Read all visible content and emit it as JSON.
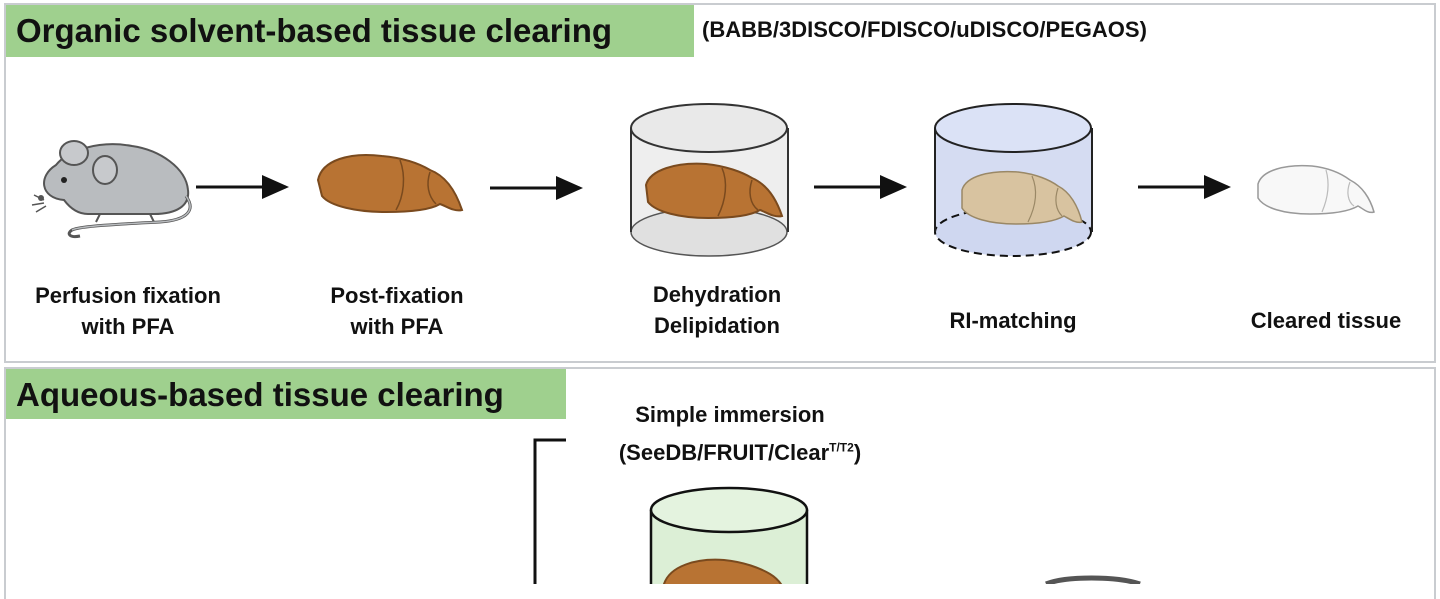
{
  "organic": {
    "title": "Organic solvent-based tissue clearing",
    "methods": "(BABB/3DISCO/FDISCO/uDISCO/PEGAOS)",
    "steps": [
      {
        "line1": "Perfusion fixation",
        "line2": "with PFA"
      },
      {
        "line1": "Post-fixation",
        "line2": "with PFA"
      },
      {
        "line1": "Dehydration",
        "line2": "Delipidation"
      },
      {
        "line1": "RI-matching",
        "line2": ""
      },
      {
        "line1": "Cleared tissue",
        "line2": ""
      }
    ]
  },
  "aqueous": {
    "title": "Aqueous-based tissue clearing",
    "branch_title": "Simple  immersion",
    "branch_methods": "(SeeDB/FRUIT/Clear",
    "branch_methods_sup": "T/T2",
    "branch_methods_end": ")"
  },
  "colors": {
    "title_bg": "#9fd08e",
    "brain": "#b87333",
    "brain_pale": "#d8c3a0",
    "container_grey": "#e6e6e6",
    "container_blue": "#d5dcf2",
    "container_green": "#dcefd6",
    "mouse": "#b9bcbf"
  }
}
